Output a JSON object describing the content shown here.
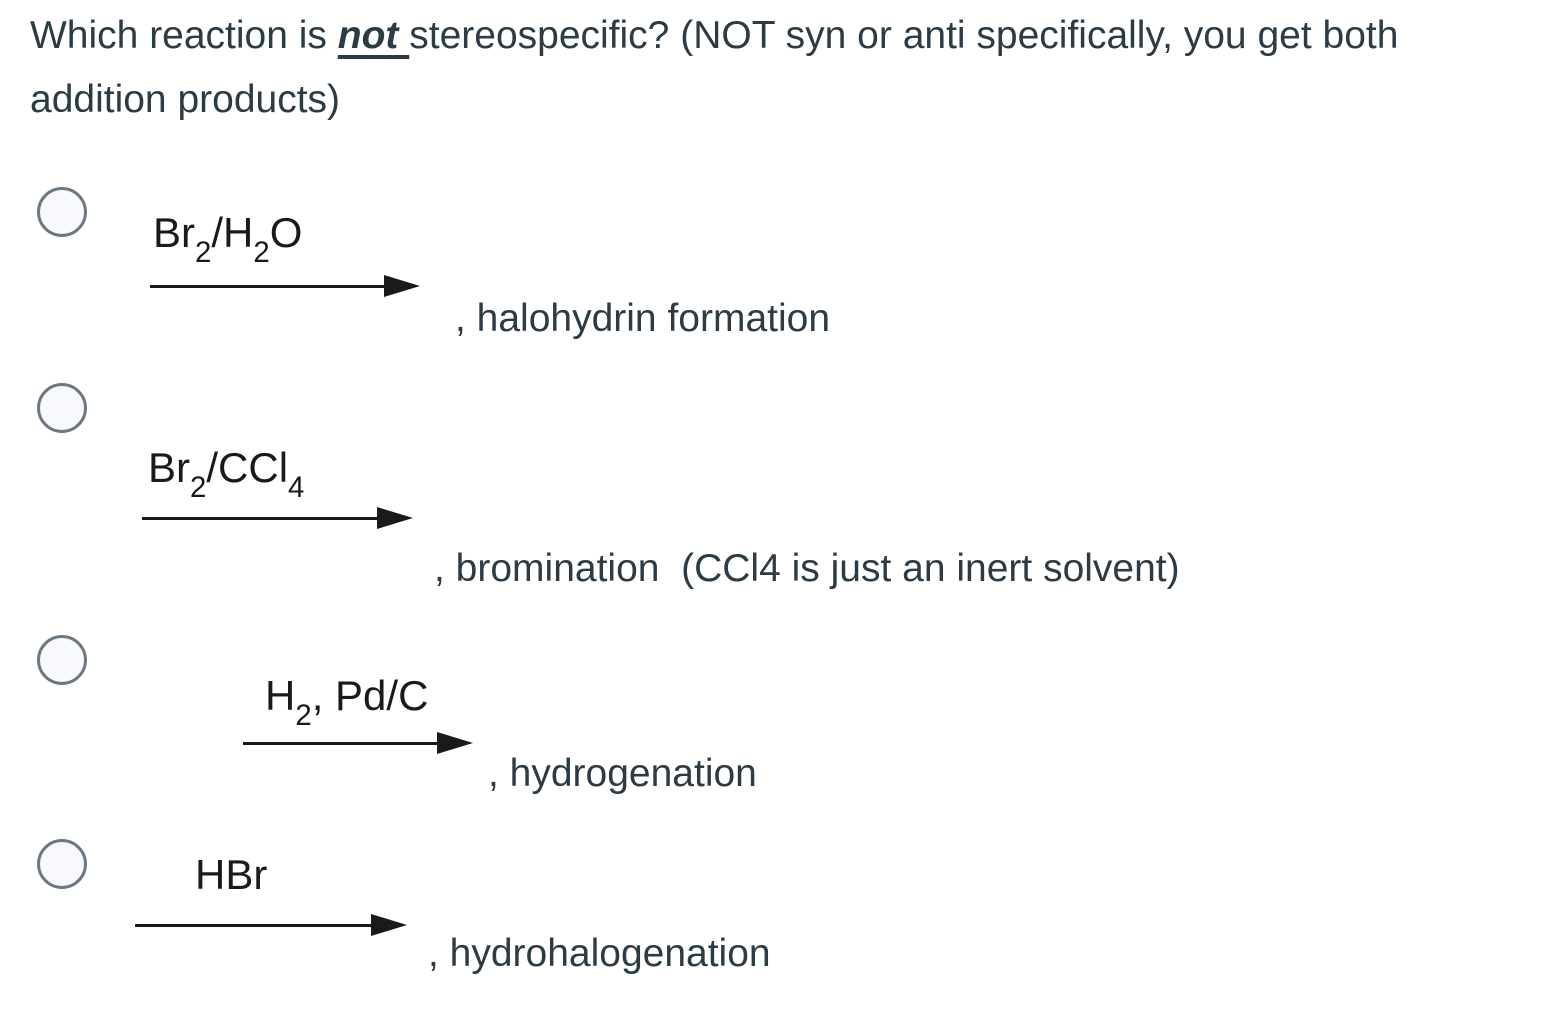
{
  "question": {
    "prefix": "Which reaction is ",
    "emphasis": "not ",
    "suffix_line1": "stereospecific? (NOT syn or anti specifically, you get both",
    "line2": "addition products)"
  },
  "options": [
    {
      "formula": "Br₂/H₂O",
      "formula_parts": [
        [
          "Br",
          0
        ],
        [
          "2",
          1
        ],
        [
          "/H",
          0
        ],
        [
          "2",
          1
        ],
        [
          "O",
          0
        ]
      ],
      "label": ", halohydrin formation",
      "selected": false
    },
    {
      "formula": "Br₂/CCl₄",
      "formula_parts": [
        [
          "Br",
          0
        ],
        [
          "2",
          1
        ],
        [
          "/CCl",
          0
        ],
        [
          "4",
          1
        ]
      ],
      "label": ", bromination  (CCl4 is just an inert solvent)",
      "selected": false
    },
    {
      "formula": "H₂, Pd/C",
      "formula_parts": [
        [
          "H",
          0
        ],
        [
          "2",
          1
        ],
        [
          ", Pd/C",
          0
        ]
      ],
      "label": ", hydrogenation",
      "selected": false
    },
    {
      "formula": "HBr",
      "formula_parts": [
        [
          "HBr",
          0
        ]
      ],
      "label": ", hydrohalogenation",
      "selected": false
    }
  ],
  "colors": {
    "background": "#ffffff",
    "text": "#2d3b45",
    "formula_ink": "#1a1a1a",
    "radio_border": "#6e7880",
    "radio_fill": "#f7f9fc"
  }
}
